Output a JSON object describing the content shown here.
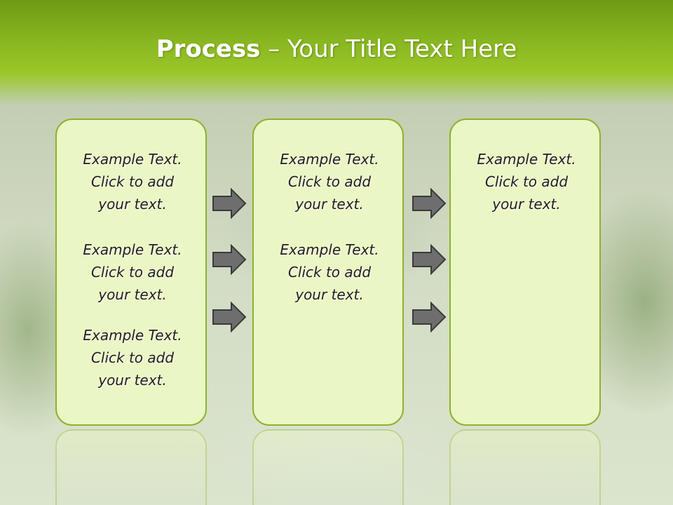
{
  "title": {
    "bold": "Process",
    "rest": "  – Your Title Text Here"
  },
  "columns": [
    {
      "paragraphs": [
        "Example Text.\nClick  to add\nyour text.",
        "Example Text.\nClick  to add\nyour text.",
        "Example Text.\nClick  to add\nyour text."
      ]
    },
    {
      "paragraphs": [
        "Example Text.\nClick  to add\nyour text.",
        "Example Text.\nClick  to add\nyour text."
      ]
    },
    {
      "paragraphs": [
        "Example Text.\nClick  to add\nyour text."
      ]
    }
  ],
  "icons": {
    "arrow": "right-arrow-icon"
  },
  "colors": {
    "header_green": "#85b41f",
    "box_fill": "#ebf6c5",
    "box_border": "#8db22c",
    "arrow_fill": "#6e6e6e"
  }
}
